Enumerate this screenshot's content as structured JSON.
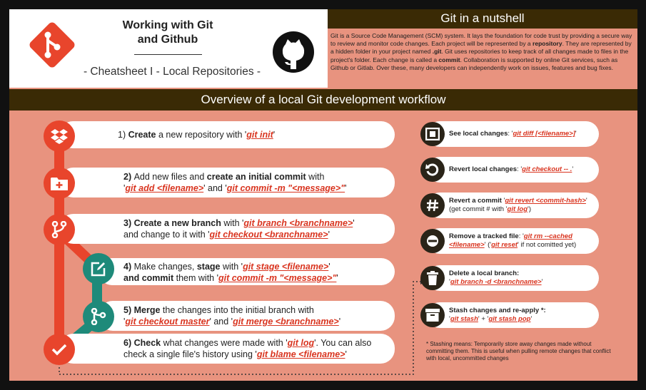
{
  "header": {
    "title_line1": "Working with Git",
    "title_line2": "and Github",
    "subtitle": "- Cheatsheet I - Local Repositories -",
    "icons": [
      "git-logo-icon",
      "github-octocat-icon"
    ]
  },
  "nutshell": {
    "title": "Git in a nutshell",
    "text_1": "Git is a Source Code Management (SCM) system. It lays the foundation for code trust by providing a secure way to review and monitor code changes. Each project will be represented by a ",
    "bold_repository": "repository",
    "text_2": ". They are represented by a hidden folder in your project named ",
    "bold_git": ".git",
    "text_3": ". Git uses repositories to keep track of all changes made to files in the project's folder. Each change is called a ",
    "bold_commit": "commit",
    "text_4": ". Collaboration is supported by online Git services, such as Github or Gitlab. Over these, many developers can independently work on issues, features and bug fixes."
  },
  "overview": {
    "title": "Overview of a local Git development workflow"
  },
  "steps": {
    "s1": {
      "pre": "1) ",
      "b1": "Create",
      "t1": " a new repository with '",
      "c1": "git init",
      "t2": "'"
    },
    "s2": {
      "pre": "2) ",
      "t0": "Add new files and ",
      "b1": "create an initial commit",
      "t1": " with",
      "q1": "'",
      "c1": "git add <filename>",
      "t2": "' and '",
      "c2": "git commit -m \"<message>\"",
      "t3": "'"
    },
    "s3": {
      "pre": "3) ",
      "b1": "Create a new branch",
      "t1": " with '",
      "c1": "git branch <branchname>",
      "t2": "'",
      "t3": "and change to it with '",
      "c2": "git checkout <branchname>",
      "t4": "'"
    },
    "s4": {
      "pre": "4) ",
      "t0": "Make changes, ",
      "b1": "stage",
      "t1": " with '",
      "c1": "git stage <filename>",
      "t2": "'",
      "b2": "and commit",
      "t3": " them with '",
      "c2": "git commit -m \"<message>\"",
      "t4": "'"
    },
    "s5": {
      "pre": "5) ",
      "b1": "Merge",
      "t1": " the changes into the initial branch with",
      "q1": "'",
      "c1": "git checkout master",
      "t2": "' and '",
      "c2": "git merge <branchname>",
      "t3": "'"
    },
    "s6": {
      "pre": "6) ",
      "b1": "Check",
      "t1": " what changes were made with '",
      "c1": "git log",
      "t2": "'. You can also",
      "t3": "check a single file's history using '",
      "c2": "git blame <filename>",
      "t4": "'"
    }
  },
  "side": {
    "diff": {
      "b": "See local changes",
      "t1": ": '",
      "c": "git diff [<filename>]",
      "t2": "'"
    },
    "revert_local": {
      "b": "Revert local changes",
      "t1": ": '",
      "c": "git checkout -- .",
      "t2": "'"
    },
    "revert_commit": {
      "b": "Revert a commit",
      "t1": " '",
      "c": "git revert <commit-hash>",
      "t2": "'",
      "t3": "(get commit # with '",
      "c2": "git log",
      "t4": "')"
    },
    "remove": {
      "b": "Remove a tracked file",
      "t1": ": '",
      "c": "git rm --cached",
      "c_b": "<filename>",
      "t2": "' ('",
      "c2": "git reset",
      "t3": "' if not comitted yet)"
    },
    "delete_branch": {
      "b": "Delete a local branch:",
      "q": "'",
      "c": "git branch -d <branchname>",
      "t2": "'"
    },
    "stash": {
      "b": "Stash changes and re-apply *:",
      "q": "'",
      "c": "git stash",
      "t1": "' + '",
      "c2": "git stash pop",
      "t2": "'"
    },
    "footnote": "* Stashing means: Temporarily store away changes made without committing them. This is useful when pulling remote changes that conflict with local, uncommitted changes"
  },
  "colors": {
    "salmon": "#e8937f",
    "dark_bar": "#3a2a05",
    "git_red": "#e8452c",
    "teal": "#1e8a7a",
    "command_red": "#d9341f"
  }
}
